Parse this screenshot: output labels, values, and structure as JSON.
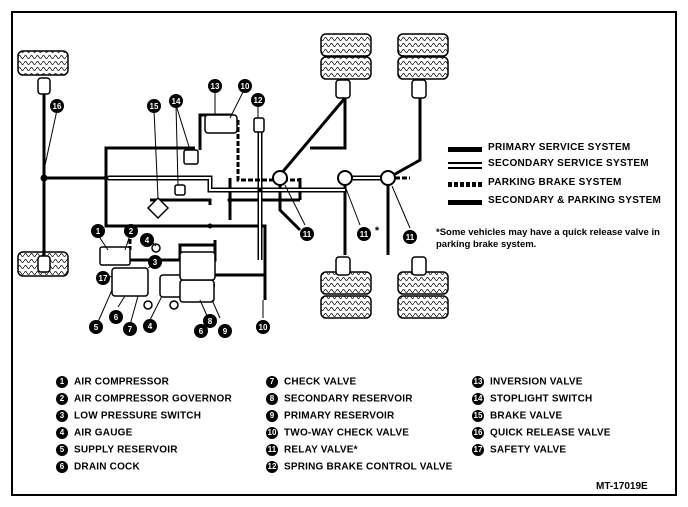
{
  "system_legend": [
    {
      "label": "PRIMARY SERVICE SYSTEM",
      "style": "solid"
    },
    {
      "label": "SECONDARY SERVICE SYSTEM",
      "style": "hollow"
    },
    {
      "label": "PARKING BRAKE SYSTEM",
      "style": "dash"
    },
    {
      "label": "SECONDARY & PARKING SYSTEM",
      "style": "solid"
    }
  ],
  "note": "*Some vehicles may have a quick release valve in parking brake system.",
  "key": [
    {
      "num": "1",
      "label": "AIR COMPRESSOR"
    },
    {
      "num": "2",
      "label": "AIR COMPRESSOR GOVERNOR"
    },
    {
      "num": "3",
      "label": "LOW PRESSURE SWITCH"
    },
    {
      "num": "4",
      "label": "AIR GAUGE"
    },
    {
      "num": "5",
      "label": "SUPPLY RESERVOIR"
    },
    {
      "num": "6",
      "label": "DRAIN COCK"
    },
    {
      "num": "7",
      "label": "CHECK VALVE"
    },
    {
      "num": "8",
      "label": "SECONDARY RESERVOIR"
    },
    {
      "num": "9",
      "label": "PRIMARY RESERVOIR"
    },
    {
      "num": "10",
      "label": "TWO-WAY CHECK VALVE"
    },
    {
      "num": "11",
      "label": "RELAY VALVE*"
    },
    {
      "num": "12",
      "label": "SPRING BRAKE CONTROL VALVE"
    },
    {
      "num": "13",
      "label": "INVERSION VALVE"
    },
    {
      "num": "14",
      "label": "STOPLIGHT SWITCH"
    },
    {
      "num": "15",
      "label": "BRAKE VALVE"
    },
    {
      "num": "16",
      "label": "QUICK RELEASE VALVE"
    },
    {
      "num": "17",
      "label": "SAFETY VALVE"
    }
  ],
  "callouts": {
    "c16": "16",
    "c15": "15",
    "c14": "14",
    "c13": "13",
    "c10a": "10",
    "c12": "12",
    "c1": "1",
    "c2": "2",
    "c4a": "4",
    "c3": "3",
    "c17": "17",
    "c5": "5",
    "c6a": "6",
    "c7": "7",
    "c4b": "4",
    "c8": "8",
    "c6b": "6",
    "c9": "9",
    "c10b": "10",
    "c11a": "11",
    "c11b": "11",
    "c11b_star": "*",
    "c11c": "11"
  },
  "figure_id": "MT-17019E"
}
